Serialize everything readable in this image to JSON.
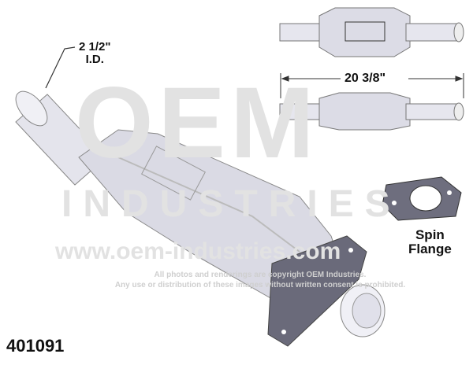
{
  "labels": {
    "inlet_diameter_line1": "2 1/2\"",
    "inlet_diameter_line2": "I.D.",
    "overall_length": "20 3/8\"",
    "flange_line1": "Spin",
    "flange_line2": "Flange",
    "part_number": "401091"
  },
  "watermark": {
    "logo": "OEM",
    "industries": "INDUSTRIES",
    "url": "www.oem-industries.com",
    "copyright_line1": "All photos and renderings are copyright OEM Industries.",
    "copyright_line2": "Any use or distribution of these images without written consent is prohibited."
  },
  "colors": {
    "body": "#d9d9e4",
    "flange": "#6a6a7a",
    "outline": "#555"
  }
}
